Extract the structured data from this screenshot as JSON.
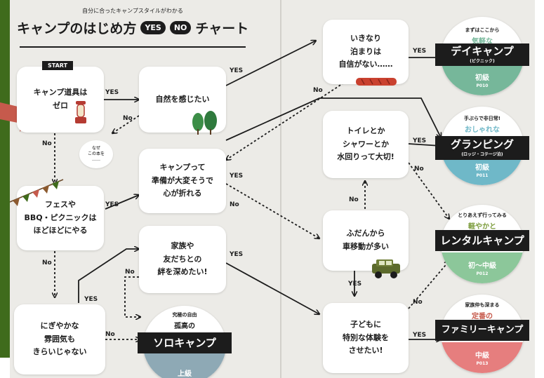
{
  "header": {
    "subtitle": "自分に合ったキャンプスタイルがわかる",
    "title_prefix": "キャンプのはじめ方",
    "yes_pill": "YES",
    "no_pill": "NO",
    "title_suffix": "チャート"
  },
  "start_tag": "START",
  "cloud_note": "なぜ\nこの本を\n……",
  "questions": {
    "q_tools": "キャンプ道具は\nゼロ",
    "q_nature": "自然を感じたい",
    "q_hard": "キャンプって\n準備が大変そうで\n心が折れる",
    "q_fes": "フェスや\nBBQ・ピクニックは\nほどほどにやる",
    "q_family": "家族や\n友だちとの\n絆を深めたい!",
    "q_lively": "にぎやかな\n雰囲気も\nきらいじゃない",
    "q_sleep": "いきなり\n泊まりは\n自信がない……",
    "q_toilet": "トイレとか\nシャワーとか\n水回りって大切!",
    "q_car": "ふだんから\n車移動が多い",
    "q_kids": "子どもに\n特別な体験を\nさせたい!"
  },
  "labels": {
    "yes": "YES",
    "no": "No"
  },
  "results": {
    "day": {
      "top": "まずはここから",
      "tag": "気軽な",
      "name": "デイキャンプ",
      "sub": "(ピクニック)",
      "level": "初級",
      "page": "P010",
      "color": "#76b79a"
    },
    "glamping": {
      "top": "手ぶらで非日常!",
      "tag": "おしゃれな",
      "name": "グランピング",
      "sub": "(ロッジ・コテージ泊)",
      "level": "初級",
      "page": "P011",
      "color": "#6fb8c8"
    },
    "rental": {
      "top": "とりあえず行ってみる",
      "tag": "軽やかと",
      "name": "レンタルキャンプ",
      "sub": "",
      "level": "初〜中級",
      "page": "P012",
      "color": "#8cc79a"
    },
    "family": {
      "top": "家族仲も深まる",
      "tag": "定番の",
      "name": "ファミリーキャンプ",
      "sub": "",
      "level": "中級",
      "page": "P013",
      "color": "#e67e7e"
    },
    "solo": {
      "top": "究極の自由",
      "tag": "孤高の",
      "name": "ソロキャンプ",
      "sub": "",
      "level": "上級",
      "page": "",
      "color": "#8ea9b5"
    }
  },
  "colors": {
    "accent": "#c65a4c",
    "dark": "#1c1c1c",
    "page": "#ecebe7",
    "green": "#3f6b1c"
  }
}
